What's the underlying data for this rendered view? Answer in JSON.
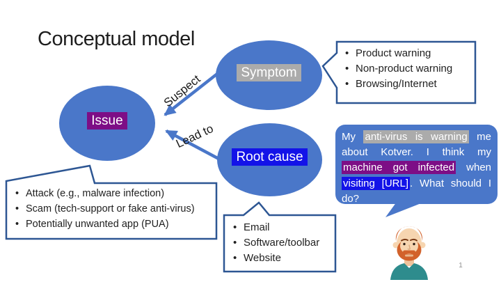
{
  "slide": {
    "title": "Conceptual model",
    "page_number": "1"
  },
  "nodes": {
    "symptom": {
      "label": "Symptom",
      "shape": "ellipse",
      "label_highlight": "gray"
    },
    "issue": {
      "label": "Issue",
      "shape": "ellipse",
      "label_highlight": "purple"
    },
    "root_cause": {
      "label": "Root cause",
      "shape": "ellipse",
      "label_highlight": "blue"
    }
  },
  "edges": {
    "suspect": {
      "label": "Suspect",
      "from": "symptom",
      "to": "issue"
    },
    "lead_to": {
      "label": "Lead to",
      "from": "root_cause",
      "to": "issue"
    }
  },
  "callouts": {
    "symptom": {
      "items": [
        "Product warning",
        "Non-product warning",
        "Browsing/Internet"
      ]
    },
    "issue": {
      "items": [
        "Attack (e.g., malware infection)",
        "Scam (tech-support or fake anti-virus)",
        "Potentially unwanted app (PUA)"
      ]
    },
    "root_cause": {
      "items": [
        "Email",
        "Software/toolbar",
        "Website"
      ]
    }
  },
  "speech_bubble": {
    "full_text": "My anti-virus is warning me about Kotver. I think my machine got infected when visiting [URL]. What should I do?",
    "lines": [
      {
        "segments": [
          {
            "text": "My ",
            "highlight": "none"
          },
          {
            "text": "anti-virus is warning",
            "highlight": "gray"
          },
          {
            "text": " me",
            "highlight": "none"
          }
        ]
      },
      {
        "segments": [
          {
            "text": "about Kotver. I think my",
            "highlight": "none"
          }
        ]
      },
      {
        "segments": [
          {
            "text": "machine got infected",
            "highlight": "purple"
          },
          {
            "text": " when",
            "highlight": "none"
          }
        ]
      },
      {
        "segments": [
          {
            "text": "visiting [URL]",
            "highlight": "blue"
          },
          {
            "text": ". What should I",
            "highlight": "none"
          }
        ]
      },
      {
        "segments": [
          {
            "text": "do?",
            "highlight": "none"
          }
        ]
      }
    ]
  },
  "colors": {
    "node_fill": "#4a77c9",
    "connector": "#4a77c9",
    "callout_border": "#2d5693",
    "callout_bg": "#ffffff",
    "highlight_gray": "#ababab",
    "highlight_purple": "#7d0e86",
    "highlight_blue": "#1313e8",
    "bubble_fill": "#4a77c9",
    "text_light": "#ffffff",
    "avatar_hair": "#d2622b",
    "avatar_skin": "#f6d5b0",
    "avatar_skin_shadow": "#efc39c",
    "avatar_shirt": "#2e8c8d"
  }
}
